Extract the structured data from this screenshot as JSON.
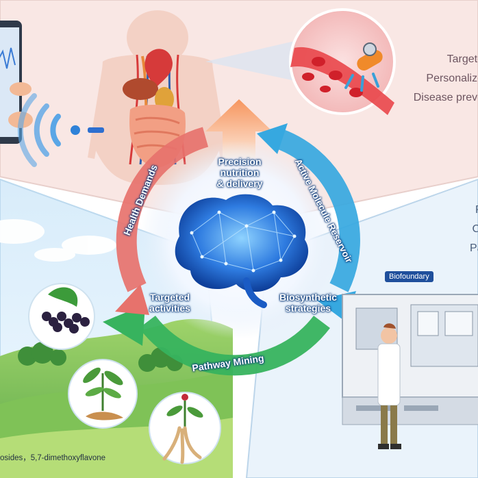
{
  "top_panel": {
    "outcomes": [
      "Targete",
      "Personalize",
      "Disease preve"
    ]
  },
  "right_panel": {
    "items": [
      "Pr",
      "Ch",
      "Pat"
    ],
    "badge": "Biofoundary"
  },
  "cycle": {
    "arc_labels": {
      "left": "Health Demands",
      "right": "Active Molecule Reservoir",
      "bottom": "Pathway Mining"
    },
    "inner_labels": {
      "top": [
        "Precision",
        "nutrition",
        "& delivery"
      ],
      "left": [
        "Targeted",
        "activities"
      ],
      "right": [
        "Biosynthetic",
        "strategies"
      ]
    }
  },
  "bottom_left_panel": {
    "caption": "osides，5,7-dimethoxyflavone"
  },
  "colors": {
    "top_bg": "#f9e7e4",
    "left_bg": "#e6f3fb",
    "right_bg": "#eaf3fb",
    "arc_health": "#e7726c",
    "arc_active": "#36a8e0",
    "arc_pathway": "#37b35e",
    "arrow_top": "#f6a16e",
    "brain": "#2e7be0"
  }
}
